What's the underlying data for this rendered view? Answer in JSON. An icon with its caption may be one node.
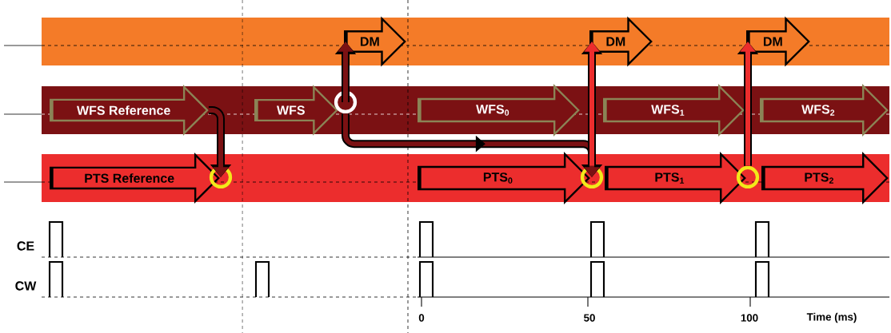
{
  "diagram": {
    "nodes": [
      {
        "text": [
          "WFS  Reference"
        ]
      },
      {
        "text": [
          "WFS"
        ]
      },
      {
        "text": [
          "WFS$_{0}$"
        ]
      },
      {
        "text": [
          "WFS$_{1}$"
        ]
      },
      {
        "text": [
          "WFS$_{2}$"
        ]
      },
      {
        "text": [
          "PTS  Reference"
        ]
      },
      {
        "text": [
          "PTS$_{0}$"
        ]
      },
      {
        "text": [
          "PTS$_{1}$"
        ]
      },
      {
        "text": [
          "PTS$_{2}$"
        ]
      },
      {
        "text": [
          "DM"
        ]
      },
      {
        "text": [
          "DM"
        ]
      },
      {
        "text": [
          "DM"
        ]
      },
      {
        "text": [],
        "shape": "circle"
      },
      {
        "text": [],
        "shape": "circle"
      },
      {
        "text": [],
        "shape": "circle"
      },
      {
        "text": [],
        "shape": "circle"
      }
    ],
    "edges": [
      {
        "from": 0,
        "to": 13,
        "arrow": "to",
        "color": "#7b1113"
      },
      {
        "from": 12,
        "to": 9,
        "arrow": "to",
        "color": "#7b1113"
      },
      {
        "from": 12,
        "to": 14,
        "arrow": "to",
        "color": "#7b1113"
      },
      {
        "from": 14,
        "to": 10,
        "arrow": "to",
        "color": "#ec2d2d"
      },
      {
        "from": 15,
        "to": 11,
        "arrow": "to",
        "color": "#ec2d2d"
      }
    ],
    "labels": [
      "CE",
      "CW",
      "0",
      "50",
      "100",
      "Time (ms)"
    ]
  }
}
